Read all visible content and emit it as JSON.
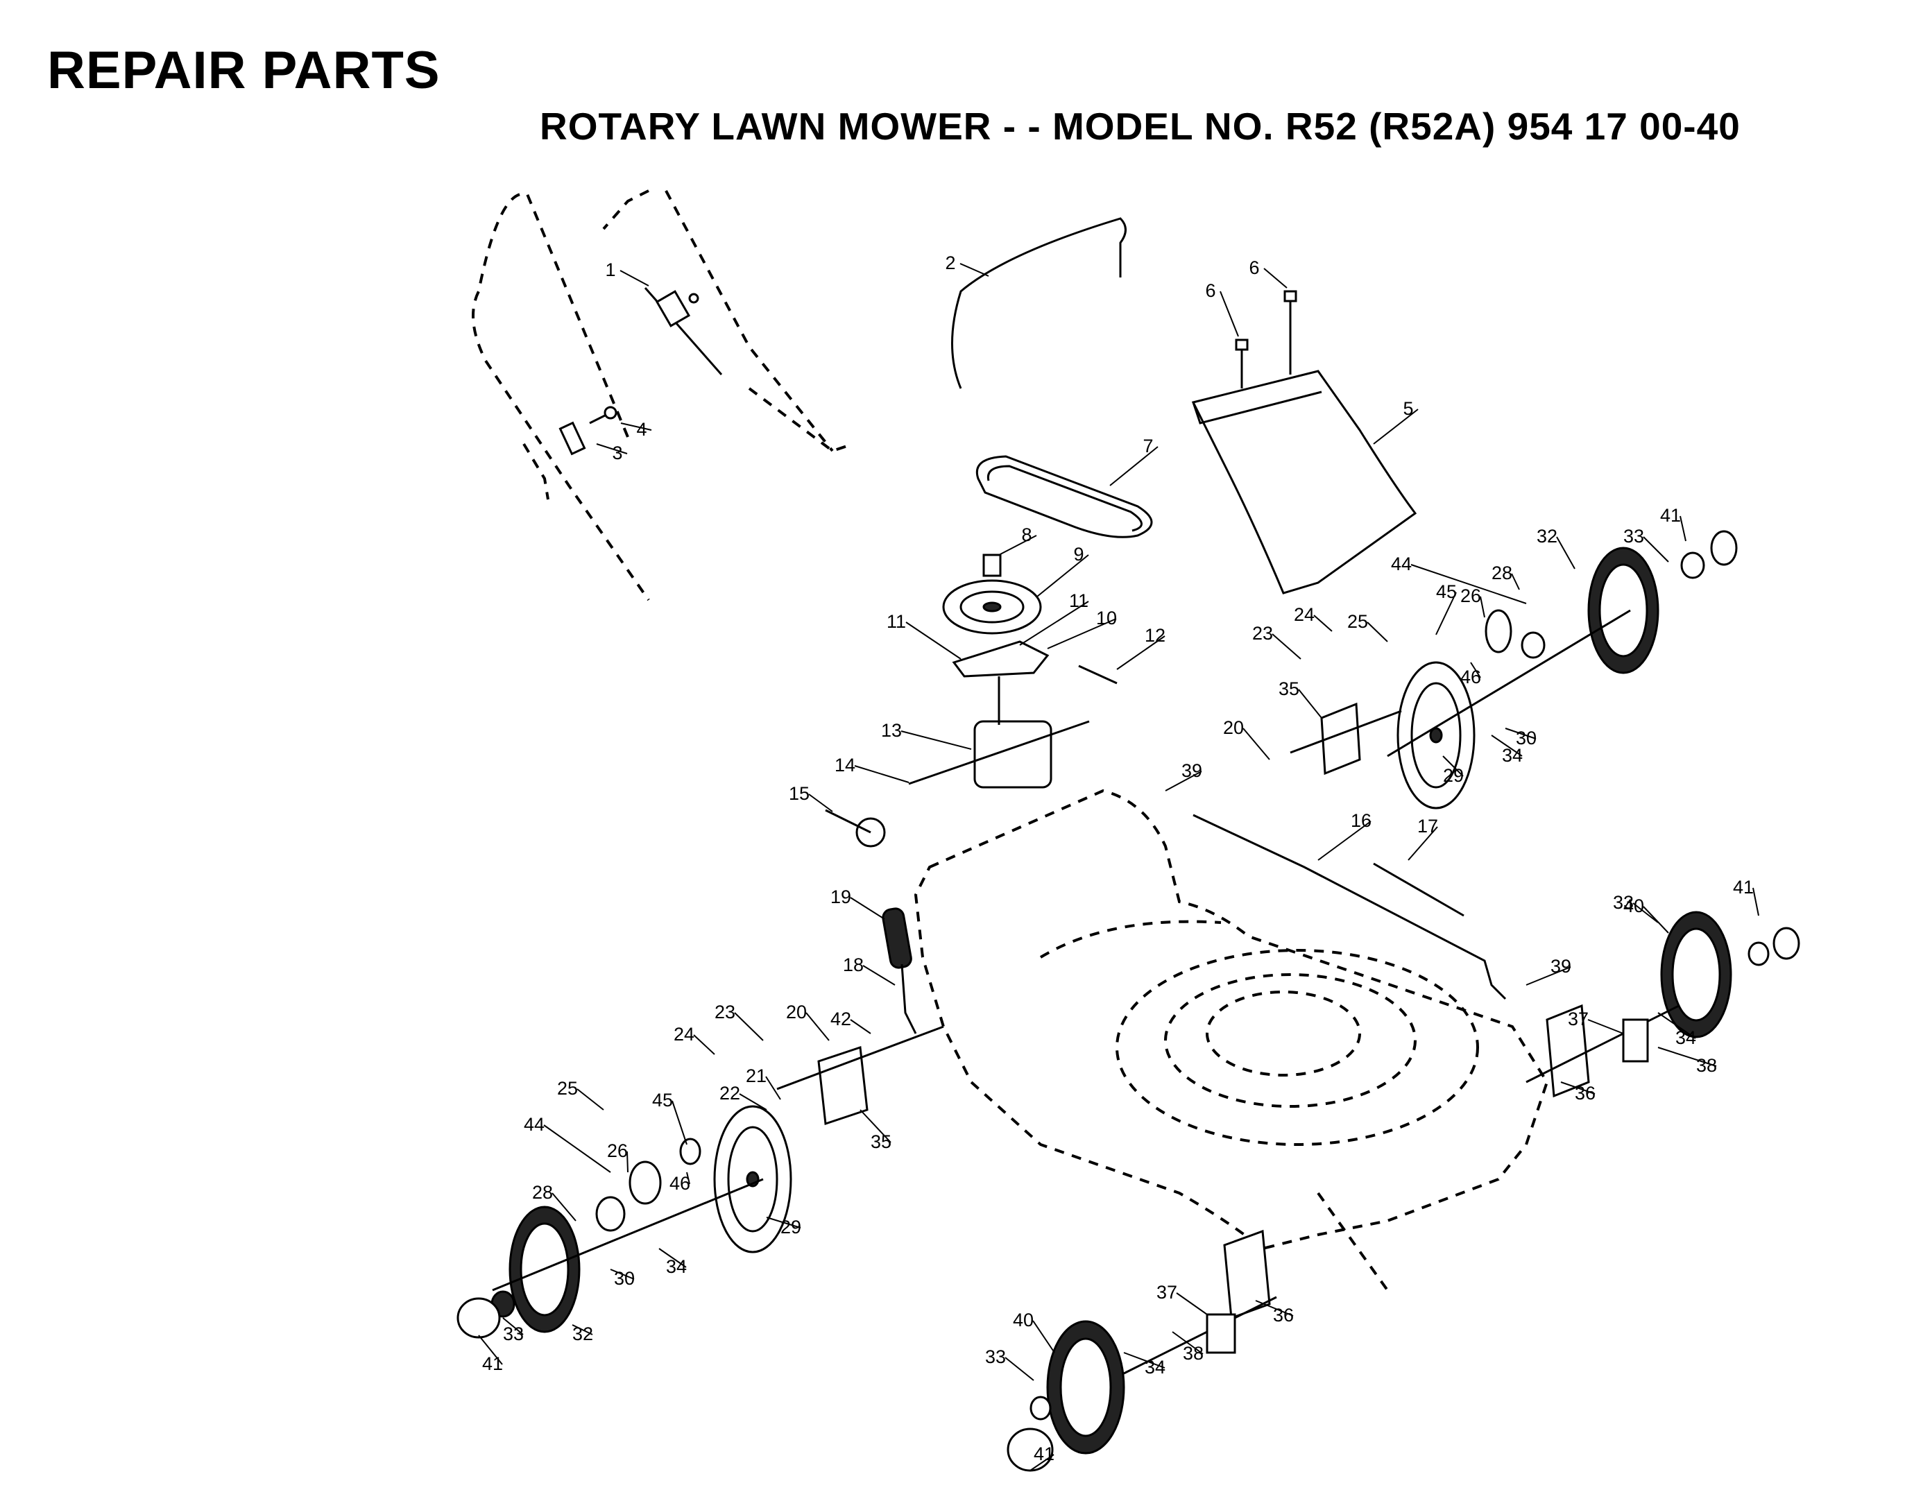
{
  "header": {
    "title": "REPAIR PARTS",
    "subtitle": "ROTARY LAWN MOWER - - MODEL NO. R52 (R52A) 954 17 00-40"
  },
  "callouts": [
    {
      "key": "c1",
      "label": "1"
    },
    {
      "key": "c2",
      "label": "2"
    },
    {
      "key": "c3",
      "label": "3"
    },
    {
      "key": "c4",
      "label": "4"
    },
    {
      "key": "c5",
      "label": "5"
    },
    {
      "key": "c6a",
      "label": "6"
    },
    {
      "key": "c6b",
      "label": "6"
    },
    {
      "key": "c7",
      "label": "7"
    },
    {
      "key": "c8",
      "label": "8"
    },
    {
      "key": "c9",
      "label": "9"
    },
    {
      "key": "c10",
      "label": "10"
    },
    {
      "key": "c11a",
      "label": "11"
    },
    {
      "key": "c11b",
      "label": "11"
    },
    {
      "key": "c12",
      "label": "12"
    },
    {
      "key": "c13",
      "label": "13"
    },
    {
      "key": "c14",
      "label": "14"
    },
    {
      "key": "c15",
      "label": "15"
    },
    {
      "key": "c16",
      "label": "16"
    },
    {
      "key": "c17",
      "label": "17"
    },
    {
      "key": "c18",
      "label": "18"
    },
    {
      "key": "c19",
      "label": "19"
    },
    {
      "key": "c20a",
      "label": "20"
    },
    {
      "key": "c20b",
      "label": "20"
    },
    {
      "key": "c21",
      "label": "21"
    },
    {
      "key": "c22",
      "label": "22"
    },
    {
      "key": "c23a",
      "label": "23"
    },
    {
      "key": "c23b",
      "label": "23"
    },
    {
      "key": "c24a",
      "label": "24"
    },
    {
      "key": "c24b",
      "label": "24"
    },
    {
      "key": "c25a",
      "label": "25"
    },
    {
      "key": "c25b",
      "label": "25"
    },
    {
      "key": "c26a",
      "label": "26"
    },
    {
      "key": "c26b",
      "label": "26"
    },
    {
      "key": "c28a",
      "label": "28"
    },
    {
      "key": "c28b",
      "label": "28"
    },
    {
      "key": "c29a",
      "label": "29"
    },
    {
      "key": "c29b",
      "label": "29"
    },
    {
      "key": "c30a",
      "label": "30"
    },
    {
      "key": "c30b",
      "label": "30"
    },
    {
      "key": "c32a",
      "label": "32"
    },
    {
      "key": "c32b",
      "label": "32"
    },
    {
      "key": "c33a",
      "label": "33"
    },
    {
      "key": "c33b",
      "label": "33"
    },
    {
      "key": "c33c",
      "label": "33"
    },
    {
      "key": "c33d",
      "label": "33"
    },
    {
      "key": "c34a",
      "label": "34"
    },
    {
      "key": "c34b",
      "label": "34"
    },
    {
      "key": "c34c",
      "label": "34"
    },
    {
      "key": "c34d",
      "label": "34"
    },
    {
      "key": "c35a",
      "label": "35"
    },
    {
      "key": "c35b",
      "label": "35"
    },
    {
      "key": "c36a",
      "label": "36"
    },
    {
      "key": "c36b",
      "label": "36"
    },
    {
      "key": "c37a",
      "label": "37"
    },
    {
      "key": "c37b",
      "label": "37"
    },
    {
      "key": "c38a",
      "label": "38"
    },
    {
      "key": "c38b",
      "label": "38"
    },
    {
      "key": "c39a",
      "label": "39"
    },
    {
      "key": "c39b",
      "label": "39"
    },
    {
      "key": "c40a",
      "label": "40"
    },
    {
      "key": "c40b",
      "label": "40"
    },
    {
      "key": "c41a",
      "label": "41"
    },
    {
      "key": "c41b",
      "label": "41"
    },
    {
      "key": "c41c",
      "label": "41"
    },
    {
      "key": "c41d",
      "label": "41"
    },
    {
      "key": "c42",
      "label": "42"
    },
    {
      "key": "c44a",
      "label": "44"
    },
    {
      "key": "c44b",
      "label": "44"
    },
    {
      "key": "c45a",
      "label": "45"
    },
    {
      "key": "c45b",
      "label": "45"
    },
    {
      "key": "c46a",
      "label": "46"
    },
    {
      "key": "c46b",
      "label": "46"
    }
  ]
}
